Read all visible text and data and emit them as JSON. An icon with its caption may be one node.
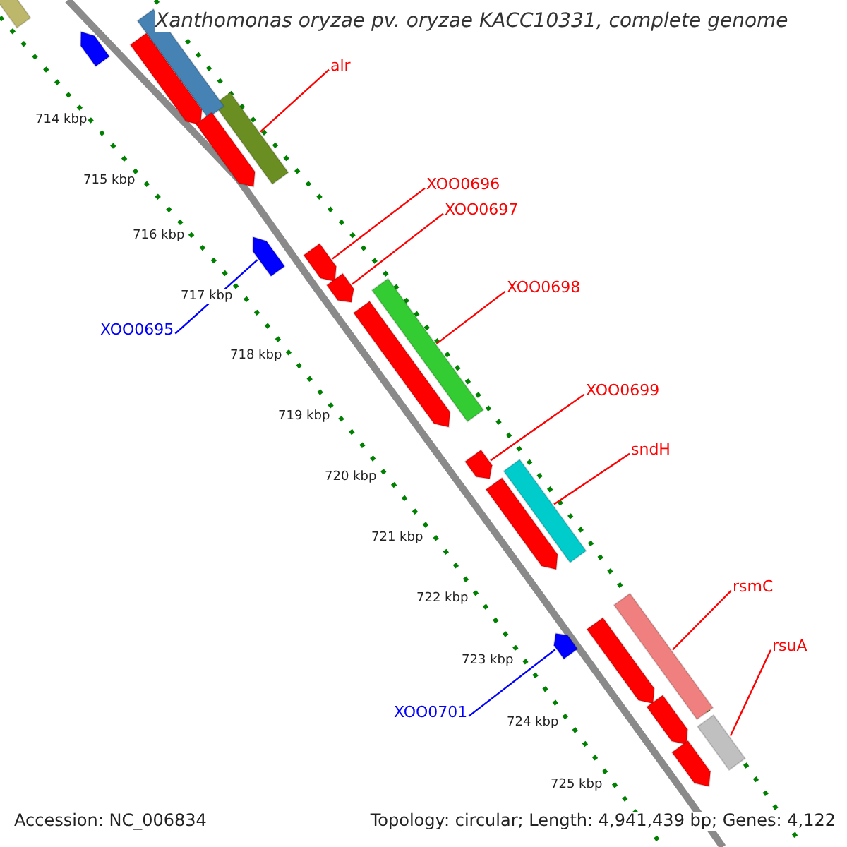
{
  "diagram": {
    "title": "Xanthomonas oryzae pv. oryzae KACC10331, complete genome",
    "nodes": [
      {
        "text": [
          "alr"
        ]
      },
      {
        "text": [],
        "shape": "bar"
      },
      {
        "text": [
          "XOO0696"
        ]
      },
      {
        "text": [],
        "shape": "bar"
      },
      {
        "text": [
          "XOO0697"
        ]
      },
      {
        "text": [],
        "shape": "bar"
      },
      {
        "text": [
          "XOO0698"
        ]
      },
      {
        "text": [],
        "shape": "bar"
      },
      {
        "text": [
          "XOO0695"
        ]
      },
      {
        "text": [],
        "shape": "bar"
      },
      {
        "text": [
          "XOO0699"
        ]
      },
      {
        "text": [],
        "shape": "bar"
      },
      {
        "text": [
          "sndH"
        ]
      },
      {
        "text": [],
        "shape": "bar"
      },
      {
        "text": [
          "rsmC"
        ]
      },
      {
        "text": [],
        "shape": "bar"
      },
      {
        "text": [
          "rsuA"
        ]
      },
      {
        "text": [],
        "shape": "bar"
      },
      {
        "text": [
          "XOO0701"
        ]
      },
      {
        "text": [],
        "shape": "bar"
      },
      {
        "text": [],
        "shape": "bar"
      },
      {
        "text": [],
        "shape": "bar"
      },
      {
        "text": [],
        "shape": "bar"
      },
      {
        "text": [],
        "shape": "bar"
      },
      {
        "text": [],
        "shape": "bar"
      },
      {
        "text": [],
        "shape": "bar"
      },
      {
        "text": [],
        "shape": "bar"
      },
      {
        "text": [],
        "shape": "bar"
      },
      {
        "text": [],
        "shape": "bar"
      },
      {
        "text": [],
        "shape": "bar"
      }
    ],
    "edges": [
      {
        "from": 0,
        "to": 1,
        "arrow": "none"
      },
      {
        "from": 2,
        "to": 3,
        "arrow": "none"
      },
      {
        "from": 4,
        "to": 5,
        "arrow": "none"
      },
      {
        "from": 6,
        "to": 7,
        "arrow": "none"
      },
      {
        "from": 8,
        "to": 9,
        "arrow": "none",
        "color": "#0000ff"
      },
      {
        "from": 10,
        "to": 11,
        "arrow": "none"
      },
      {
        "from": 12,
        "to": 13,
        "arrow": "none"
      },
      {
        "from": 14,
        "to": 15,
        "arrow": "none"
      },
      {
        "from": 16,
        "to": 17,
        "arrow": "none"
      },
      {
        "from": 18,
        "to": 19,
        "arrow": "none",
        "color": "#0000ff"
      }
    ],
    "labels": [
      "714 kbp",
      "715 kbp",
      "716 kbp",
      "717 kbp",
      "718 kbp",
      "719 kbp",
      "720 kbp",
      "721 kbp",
      "722 kbp",
      "723 kbp",
      "724 kbp",
      "725 kbp",
      "Accession: NC_006834",
      "Topology: circular; Length: 4,941,439 bp; Genes: 4,122"
    ]
  }
}
